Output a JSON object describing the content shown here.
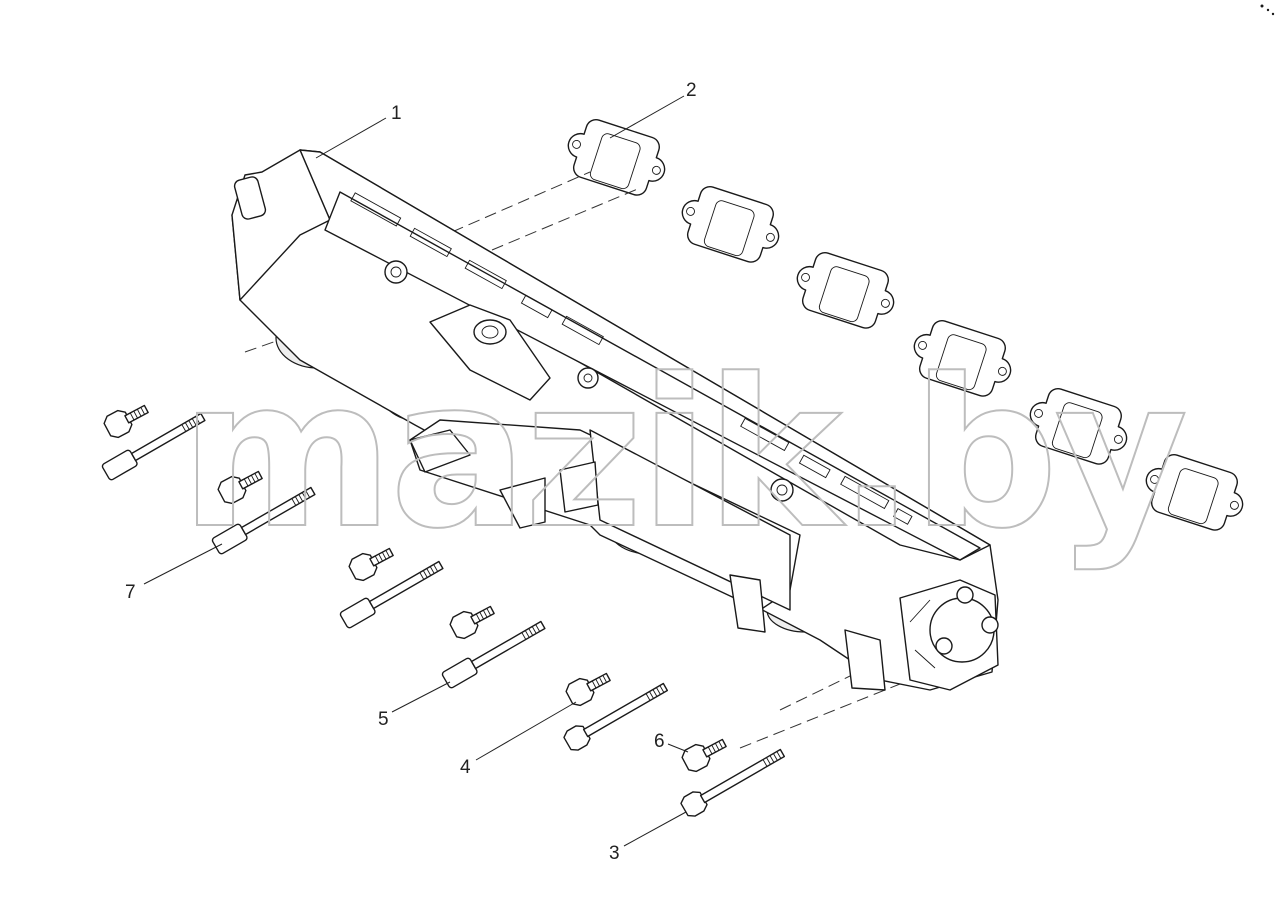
{
  "watermark": "mazik.by",
  "callouts": [
    {
      "id": "callout-1",
      "label": "1"
    },
    {
      "id": "callout-2",
      "label": "2"
    },
    {
      "id": "callout-3",
      "label": "3"
    },
    {
      "id": "callout-4",
      "label": "4"
    },
    {
      "id": "callout-5",
      "label": "5"
    },
    {
      "id": "callout-6",
      "label": "6"
    },
    {
      "id": "callout-7",
      "label": "7"
    }
  ]
}
